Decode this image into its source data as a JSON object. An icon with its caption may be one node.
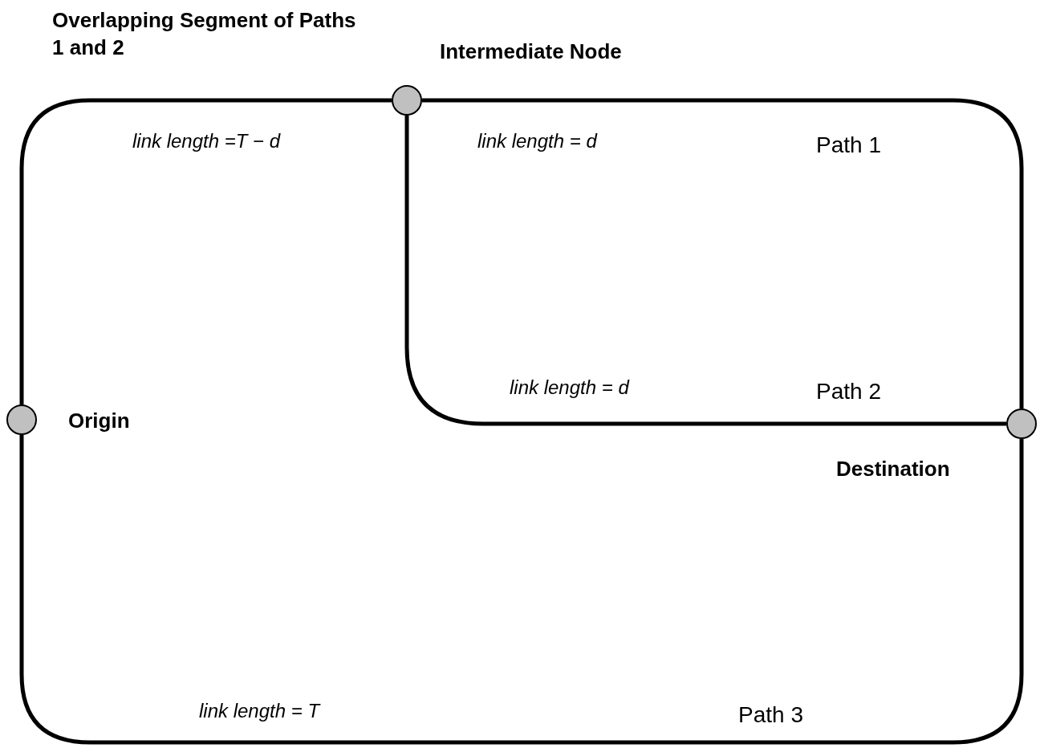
{
  "diagram": {
    "nodes": [
      {
        "text": [],
        "shape": "circle",
        "beside": [
          "Origin"
        ]
      },
      {
        "text": [],
        "shape": "circle",
        "beside": [
          "Intermediate Node"
        ]
      },
      {
        "text": [],
        "shape": "circle",
        "beside": [
          "Destination"
        ]
      }
    ],
    "edges": [
      {
        "from": 0,
        "to": 1,
        "arrow": "none",
        "label": "link length =T − d"
      },
      {
        "from": 1,
        "to": 2,
        "arrow": "none",
        "label": "link length = d"
      },
      {
        "from": 1,
        "to": 2,
        "arrow": "none",
        "label": "link length = d"
      },
      {
        "from": 0,
        "to": 2,
        "arrow": "none",
        "label": "link length = T"
      }
    ],
    "labels": [
      "Overlapping Segment of Paths 1 and 2",
      "Path 1",
      "Path 2",
      "Path 3"
    ]
  }
}
